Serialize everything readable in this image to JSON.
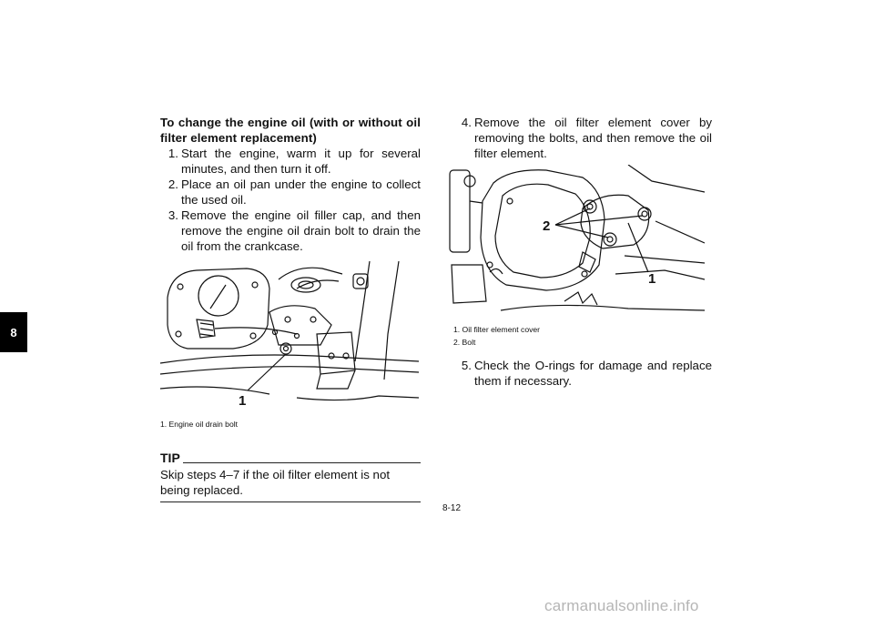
{
  "side_tab": "8",
  "left": {
    "heading": "To change the engine oil (with or without oil filter element replacement)",
    "steps": [
      {
        "num": "1.",
        "text": "Start the engine, warm it up for several minutes, and then turn it off."
      },
      {
        "num": "2.",
        "text": "Place an oil pan under the engine to collect the used oil."
      },
      {
        "num": "3.",
        "text": "Remove the engine oil filler cap, and then remove the engine oil drain bolt to drain the oil from the crankcase."
      }
    ],
    "figure": {
      "callout": "1",
      "captions": [
        "1. Engine oil drain bolt"
      ]
    },
    "tip": {
      "label": "TIP",
      "text": "Skip steps 4–7 if the oil filter element is not being replaced."
    }
  },
  "right": {
    "steps_top": [
      {
        "num": "4.",
        "text": "Remove the oil filter element cover by removing the bolts, and then remove the oil filter element."
      }
    ],
    "figure": {
      "callout_1": "1",
      "callout_2": "2",
      "captions": [
        "1. Oil filter element cover",
        "2. Bolt"
      ]
    },
    "steps_bottom": [
      {
        "num": "5.",
        "text": "Check the O-rings for damage and replace them if necessary."
      }
    ]
  },
  "page_number": "8-12",
  "watermark": "carmanualsonline.info"
}
